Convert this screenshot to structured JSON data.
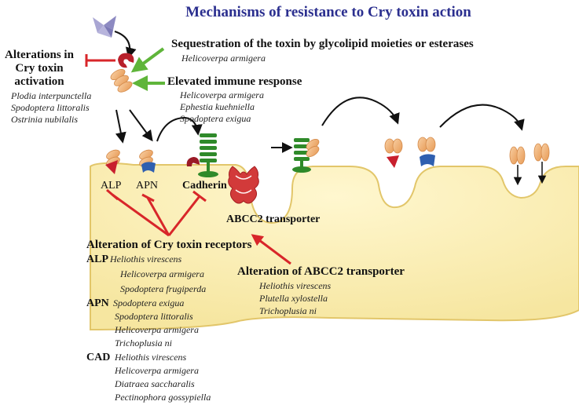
{
  "title": "Mechanisms of resistance to Cry toxin action",
  "activation": {
    "heading_lines": [
      "Alterations in",
      "Cry toxin",
      "activation"
    ],
    "species": [
      "Plodia interpunctella",
      "Spodoptera littoralis",
      "Ostrinia nubilalis"
    ]
  },
  "sequestration": {
    "heading": "Sequestration of the toxin by glycolipid moieties or esterases",
    "species": [
      "Helicoverpa armigera"
    ]
  },
  "immune": {
    "heading": "Elevated immune response",
    "species": [
      "Helicoverpa armigera",
      "Ephestia kuehniella",
      "Spodoptera exigua"
    ]
  },
  "membrane_labels": {
    "alp": "ALP",
    "apn": "APN",
    "cadherin": "Cadherin",
    "abcc2": "ABCC2 transporter"
  },
  "receptors": {
    "heading": "Alteration of Cry toxin receptors",
    "groups": [
      {
        "label": "ALP",
        "species": [
          "Heliothis virescens",
          "Helicoverpa armigera",
          "Spodoptera frugiperda"
        ]
      },
      {
        "label": "APN",
        "species": [
          "Spodoptera exigua",
          "Spodoptera littoralis",
          "Helicoverpa armigera",
          "Trichoplusia ni"
        ]
      },
      {
        "label": "CAD",
        "species": [
          "Heliothis virescens",
          "Helicoverpa armigera",
          "Diatraea saccharalis",
          "Pectinophora gossypiella"
        ]
      }
    ]
  },
  "abcc2_alteration": {
    "heading": "Alteration of ABCC2 transporter",
    "species": [
      "Heliothis virescens",
      "Plutella xylostella",
      "Trichoplusia ni"
    ]
  },
  "colors": {
    "title": "#2b2f8f",
    "membrane_fill": "#fbeeb0",
    "membrane_stroke": "#e2c66a",
    "inhibition_red": "#d8262a",
    "green_arrow": "#5fb53a",
    "toxin_orange": "#f2b27a",
    "cadherin_green": "#2f8a2a",
    "alp_red": "#c81f2e",
    "apn_blue": "#2f5fb0",
    "crystal_purple": "#9b98c9"
  }
}
